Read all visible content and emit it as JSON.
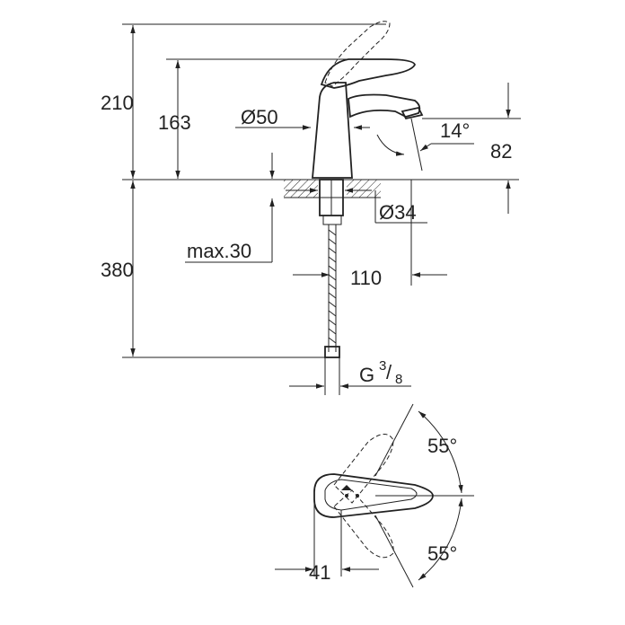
{
  "dimensions": {
    "total_height": "210",
    "spout_height": "163",
    "body_diameter": "Ø50",
    "spout_angle": "14°",
    "aerator_height": "82",
    "hole_diameter": "Ø34",
    "max_thickness": "max.30",
    "hose_length": "380",
    "projection": "110",
    "thread": "G",
    "thread_num": "3",
    "thread_den": "8",
    "lever_angle_top": "55°",
    "lever_angle_bottom": "55°",
    "lever_offset": "41"
  }
}
